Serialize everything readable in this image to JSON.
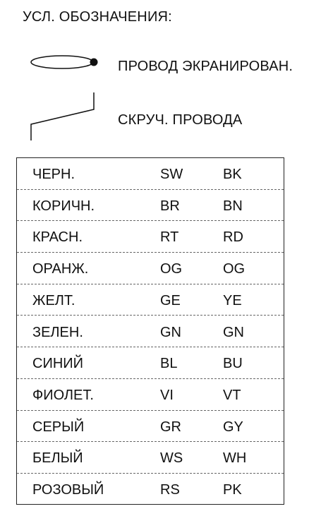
{
  "legend": {
    "title": "УСЛ. ОБОЗНАЧЕНИЯ:",
    "shielded_label": "ПРОВОД ЭКРАНИРОВАН.",
    "twisted_label": "СКРУЧ. ПРОВОДА"
  },
  "colors": {
    "line": "#111111",
    "divider": "#666666"
  },
  "table": {
    "rows": [
      {
        "name": "ЧЕРН.",
        "de": "SW",
        "en": "BK"
      },
      {
        "name": "КОРИЧН.",
        "de": "BR",
        "en": "BN"
      },
      {
        "name": "КРАСН.",
        "de": "RT",
        "en": "RD"
      },
      {
        "name": "ОРАНЖ.",
        "de": "OG",
        "en": "OG"
      },
      {
        "name": "ЖЕЛТ.",
        "de": "GE",
        "en": "YE"
      },
      {
        "name": "ЗЕЛЕН.",
        "de": "GN",
        "en": "GN"
      },
      {
        "name": "СИНИЙ",
        "de": "BL",
        "en": "BU"
      },
      {
        "name": "ФИОЛЕТ.",
        "de": "VI",
        "en": "VT"
      },
      {
        "name": "СЕРЫЙ",
        "de": "GR",
        "en": "GY"
      },
      {
        "name": "БЕЛЫЙ",
        "de": "WS",
        "en": "WH"
      },
      {
        "name": "РОЗОВЫЙ",
        "de": "RS",
        "en": "PK"
      }
    ]
  }
}
